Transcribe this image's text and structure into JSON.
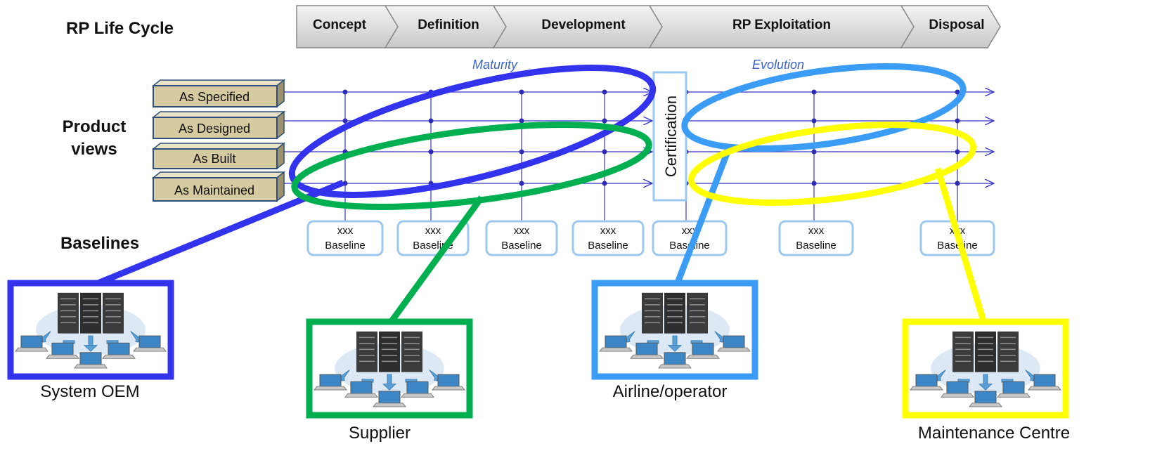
{
  "title": "RP Life Cycle",
  "phases": [
    "Concept",
    "Definition",
    "Development",
    "RP Exploitation",
    "Disposal"
  ],
  "row_titles": {
    "product_views_line1": "Product",
    "product_views_line2": "views",
    "baselines": "Baselines"
  },
  "views": [
    "As Specified",
    "As Designed",
    "As Built",
    "As Maintained"
  ],
  "annotations": {
    "maturity": "Maturity",
    "evolution": "Evolution",
    "certification": "Certification"
  },
  "baseline": {
    "line1": "xxx",
    "line2": "Baseline"
  },
  "organizations": [
    "System OEM",
    "Supplier",
    "Airline/operator",
    "Maintenance Centre"
  ],
  "colors": {
    "oem": "#3333ee",
    "supplier": "#00b050",
    "airline": "#3b9cf5",
    "maintenance": "#ffff00",
    "grid": "#3535c8",
    "view_box": "#d6cba0",
    "baseline_border": "#9cc8f0",
    "phase_fill": "#d9d9d9"
  }
}
